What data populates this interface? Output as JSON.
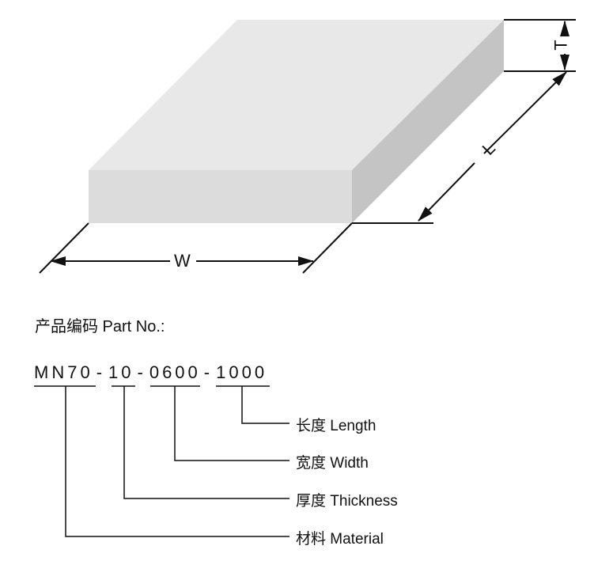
{
  "dimensions": {
    "thickness": "T",
    "length": "L",
    "width": "W"
  },
  "title": "产品编码 Part No.:",
  "code": {
    "material": "MN70",
    "sep1": "-",
    "thickness": "10",
    "sep2": "-",
    "width": "0600",
    "sep3": "-",
    "length": "1000"
  },
  "labels": {
    "length": "长度 Length",
    "width": "宽度 Width",
    "thickness": "厚度 Thickness",
    "material": "材料 Material"
  },
  "colors": {
    "top": "#e8e8e8",
    "front": "#dcdcdc",
    "side": "#c4c4c4"
  }
}
